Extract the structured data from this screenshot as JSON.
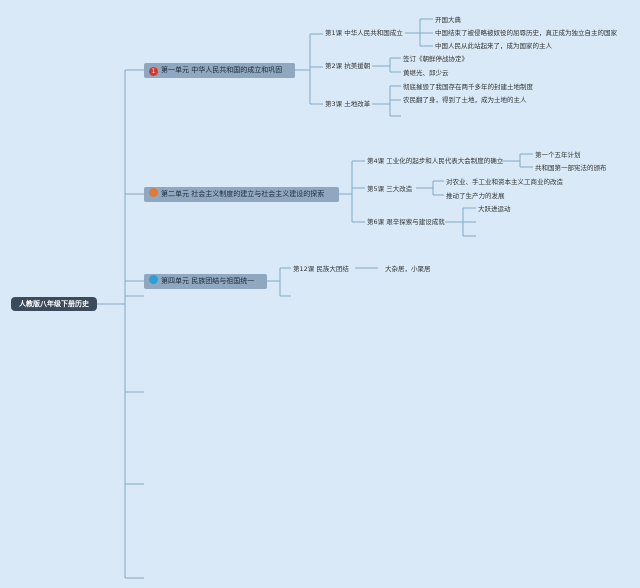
{
  "root": "人教版八年级下册历史",
  "units": [
    {
      "label": "第一单元 中华人民共和国的成立和巩固",
      "badge": "1",
      "badge_color": "#d43a2c",
      "lessons": [
        {
          "label": "第1课 中华人民共和国成立",
          "points": [
            "开国大典",
            "中国结束了被侵略被奴役的屈辱历史，真正成为独立自主的国家",
            "中国人民从此站起来了，成为国家的主人"
          ]
        },
        {
          "label": "第2课 抗美援朝",
          "points": [
            "签订《朝鲜停战协定》",
            "黄继光、邱少云"
          ]
        },
        {
          "label": "第3课 土地改革",
          "points": [
            "彻底摧毁了我国存在两千多年的封建土地制度",
            "农民翻了身，得到了土地，成为土地的主人"
          ]
        }
      ]
    },
    {
      "label": "第二单元 社会主义制度的建立与社会主义建设的探索",
      "badge": "",
      "badge_color": "#e0793a",
      "lessons": [
        {
          "label": "第4课 工业化的起步和人民代表大会制度的确立",
          "points": [
            "第一个五年计划",
            "共和国第一部宪法的颁布"
          ]
        },
        {
          "label": "第5课 三大改造",
          "points": [
            "对农业、手工业和资本主义工商业的改造",
            "推动了生产力的发展"
          ]
        },
        {
          "label": "第6课 艰辛探索与建设成就",
          "points": [
            "大跃进运动"
          ]
        }
      ]
    },
    {
      "label": "第四单元 民族团结与祖国统一",
      "badge": "",
      "badge_color": "#2a9fd8",
      "lessons": [
        {
          "label": "第12课 民族大团结",
          "points": [
            "大杂居，小聚居"
          ]
        }
      ]
    }
  ],
  "colors": {
    "line": "#7fa9c4",
    "background": "#d9e9f7",
    "unit_box": "#8fa7bf",
    "root_box": "#3d4a5c"
  }
}
